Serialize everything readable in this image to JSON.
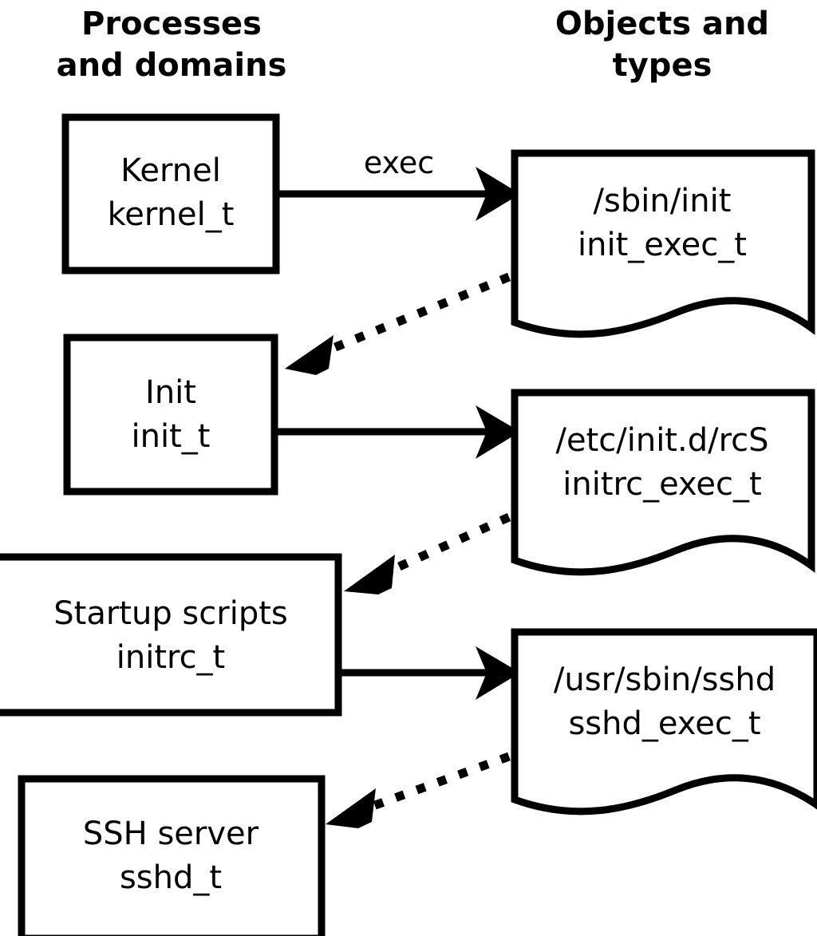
{
  "diagram": {
    "title_columns": {
      "left": "Processes\nand domains",
      "left_line1": "Processes",
      "left_line2": "and domains",
      "right_line1": "Objects and",
      "right_line2": "types"
    },
    "process_nodes": [
      {
        "id": "kernel",
        "line1": "Kernel",
        "line2": "kernel_t"
      },
      {
        "id": "init",
        "line1": "Init",
        "line2": "init_t"
      },
      {
        "id": "initrc",
        "line1": "Startup scripts",
        "line2": "initrc_t"
      },
      {
        "id": "sshd",
        "line1": "SSH server",
        "line2": "sshd_t"
      }
    ],
    "object_nodes": [
      {
        "id": "init_exec",
        "line1": "/sbin/init",
        "line2": "init_exec_t"
      },
      {
        "id": "initrc_exec",
        "line1": "/etc/init.d/rcS",
        "line2": "initrc_exec_t"
      },
      {
        "id": "sshd_exec",
        "line1": "/usr/sbin/sshd",
        "line2": "sshd_exec_t"
      }
    ],
    "edges": [
      {
        "id": "kernel-exec-init_exec",
        "from": "kernel",
        "to": "init_exec",
        "style": "solid",
        "label": "exec"
      },
      {
        "id": "init_exec-transition-init",
        "from": "init_exec",
        "to": "init",
        "style": "dotted",
        "label": ""
      },
      {
        "id": "init-exec-initrc_exec",
        "from": "init",
        "to": "initrc_exec",
        "style": "solid",
        "label": ""
      },
      {
        "id": "initrc_exec-transition-initrc",
        "from": "initrc_exec",
        "to": "initrc",
        "style": "dotted",
        "label": ""
      },
      {
        "id": "initrc-exec-sshd_exec",
        "from": "initrc",
        "to": "sshd_exec",
        "style": "solid",
        "label": ""
      },
      {
        "id": "sshd_exec-transition-sshd",
        "from": "sshd_exec",
        "to": "sshd",
        "style": "dotted",
        "label": ""
      }
    ],
    "colors": {
      "background": "#ffffff",
      "stroke": "#000000",
      "text": "#000000"
    }
  }
}
